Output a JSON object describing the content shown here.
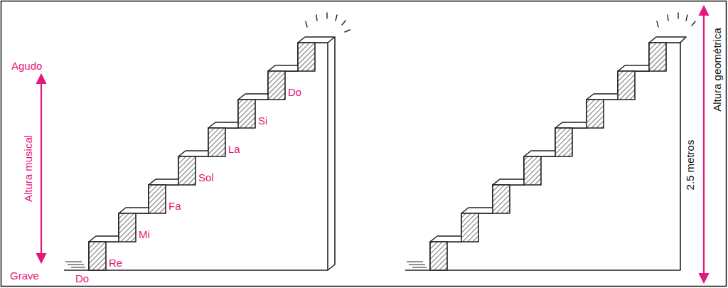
{
  "diagram": {
    "labels": [
      "Agudo",
      "Altura musical",
      "Grave",
      "Do",
      "Re",
      "Mi",
      "Fa",
      "Sol",
      "La",
      "Si",
      "Do",
      "2.5 metros",
      "Altura geométrica"
    ]
  }
}
